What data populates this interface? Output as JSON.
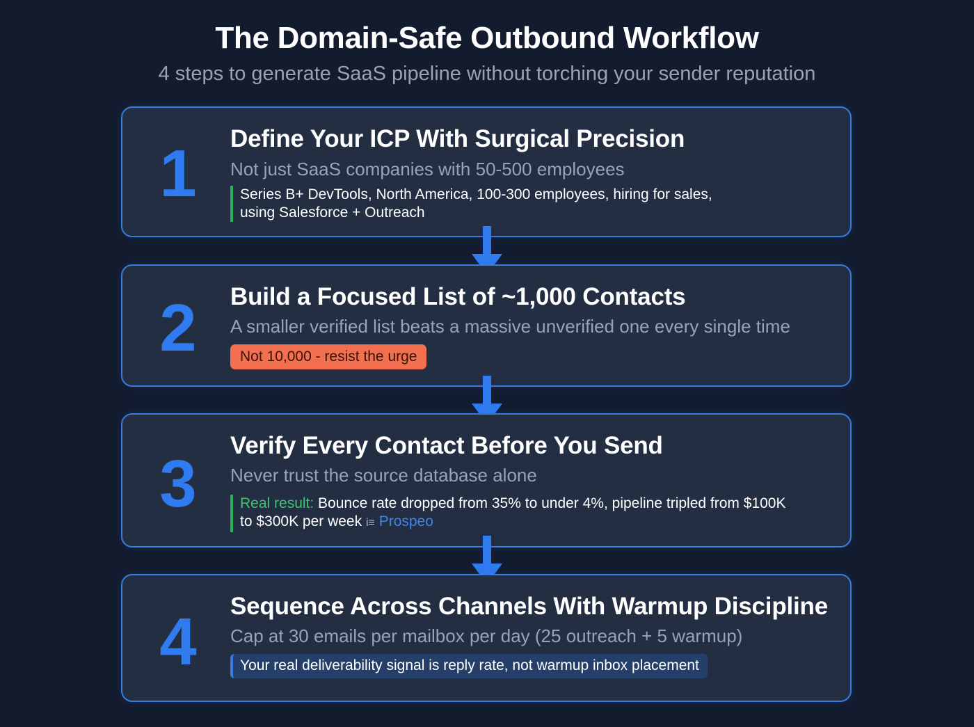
{
  "header": {
    "title": "The Domain-Safe Outbound Workflow",
    "subtitle": "4 steps to generate SaaS pipeline without torching your sender reputation"
  },
  "colors": {
    "background": "#131c2f",
    "card_bg": "#232e42",
    "card_border": "#3a7be0",
    "step_number": "#2f7bef",
    "green_accent": "#27b35a",
    "red_badge": "#f2704f",
    "blue_note_bg": "#24406a"
  },
  "steps": [
    {
      "number": "1",
      "title": "Define Your ICP With Surgical Precision",
      "subtitle": "Not just SaaS companies with 50-500 employees",
      "note_line1": "Series B+ DevTools, North America, 100-300 employees, hiring for sales,",
      "note_line2": "using Salesforce + Outreach"
    },
    {
      "number": "2",
      "title": "Build a Focused List of ~1,000 Contacts",
      "subtitle": "A smaller verified list beats a massive unverified one every single time",
      "badge": "Not 10,000 - resist the urge"
    },
    {
      "number": "3",
      "title": "Verify Every Contact Before You Send",
      "subtitle": "Never trust the source database alone",
      "note_label": "Real result:",
      "note_line1": " Bounce rate dropped from 35% to under 4%, pipeline tripled from $100K",
      "note_line2": "to $300K per week ",
      "note_icon": "i≡",
      "note_link": "Prospeo"
    },
    {
      "number": "4",
      "title": "Sequence Across Channels With Warmup Discipline",
      "subtitle": "Cap at 30 emails per mailbox per day (25 outreach + 5 warmup)",
      "note": "Your real deliverability signal is reply rate, not warmup inbox placement"
    }
  ],
  "connectors": [
    {
      "icon": "arrow-down-icon"
    },
    {
      "icon": "arrow-down-icon"
    },
    {
      "icon": "arrow-down-icon"
    }
  ]
}
